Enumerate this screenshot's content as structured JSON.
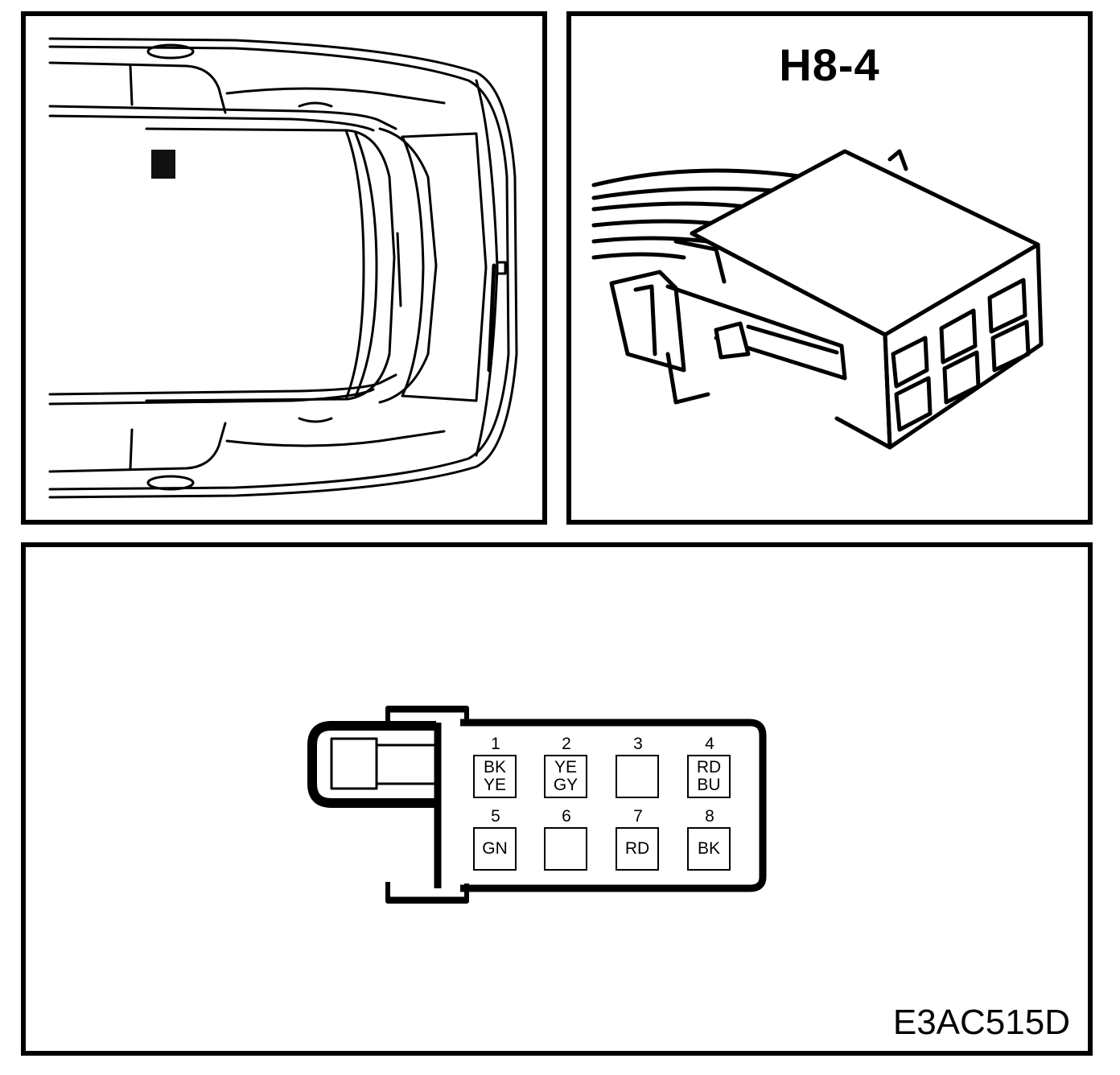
{
  "connector": {
    "title": "H8-4",
    "diagram_code": "E3AC515D"
  },
  "pins": [
    {
      "number": "1",
      "wire_top": "BK",
      "wire_bottom": "YE"
    },
    {
      "number": "2",
      "wire_top": "YE",
      "wire_bottom": "GY"
    },
    {
      "number": "3",
      "wire_top": "",
      "wire_bottom": ""
    },
    {
      "number": "4",
      "wire_top": "RD",
      "wire_bottom": "BU"
    },
    {
      "number": "5",
      "wire_top": "GN",
      "wire_bottom": ""
    },
    {
      "number": "6",
      "wire_top": "",
      "wire_bottom": ""
    },
    {
      "number": "7",
      "wire_top": "RD",
      "wire_bottom": ""
    },
    {
      "number": "8",
      "wire_top": "BK",
      "wire_bottom": ""
    }
  ]
}
